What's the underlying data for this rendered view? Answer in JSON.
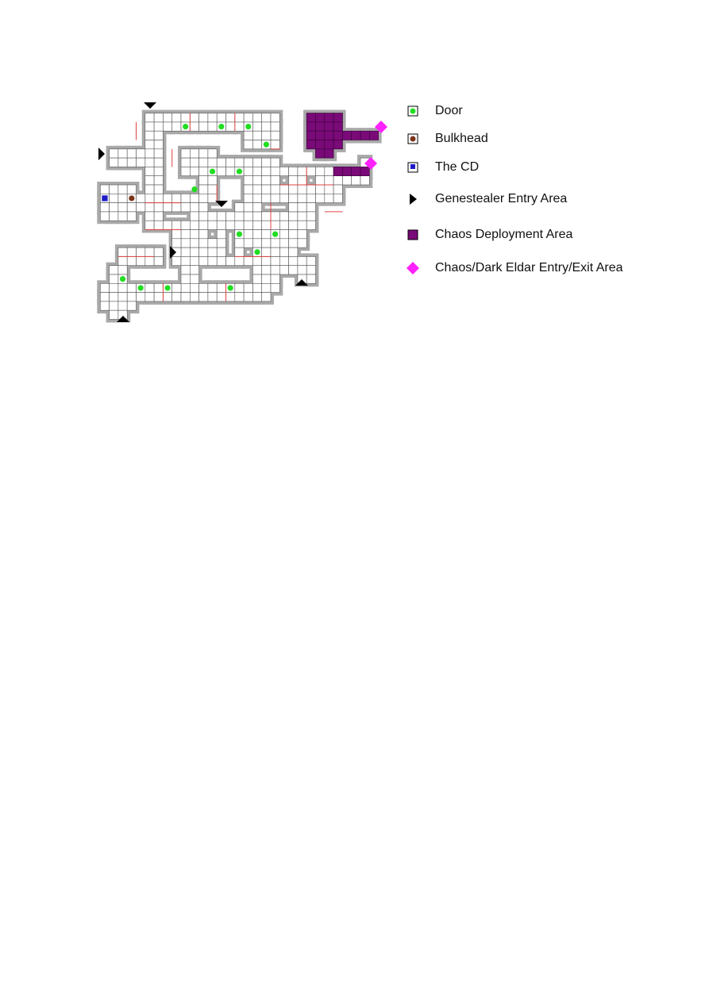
{
  "colors": {
    "wall": "#a9a9a9",
    "wall_outline": "#555555",
    "floor": "#ffffff",
    "grid": "#555555",
    "section_line": "#e04040",
    "door": "#22dd22",
    "bulkhead": "#7a3318",
    "cd": "#1c1cc8",
    "genestealer": "#000000",
    "chaos_deploy": "#7a0a78",
    "chaos_entry": "#ff22ff"
  },
  "legend": {
    "door": {
      "label": "Door",
      "icon": "door-icon"
    },
    "bulkhead": {
      "label": "Bulkhead",
      "icon": "bulkhead-icon"
    },
    "cd": {
      "label": "The CD",
      "icon": "cd-icon"
    },
    "genestealer": {
      "label": "Genestealer Entry Area",
      "icon": "triangle-icon"
    },
    "chaos_deploy": {
      "label": "Chaos Deployment Area",
      "icon": "square-icon"
    },
    "chaos_entry": {
      "label": "Chaos/Dark Eldar Entry/Exit Area",
      "icon": "diamond-icon"
    }
  }
}
